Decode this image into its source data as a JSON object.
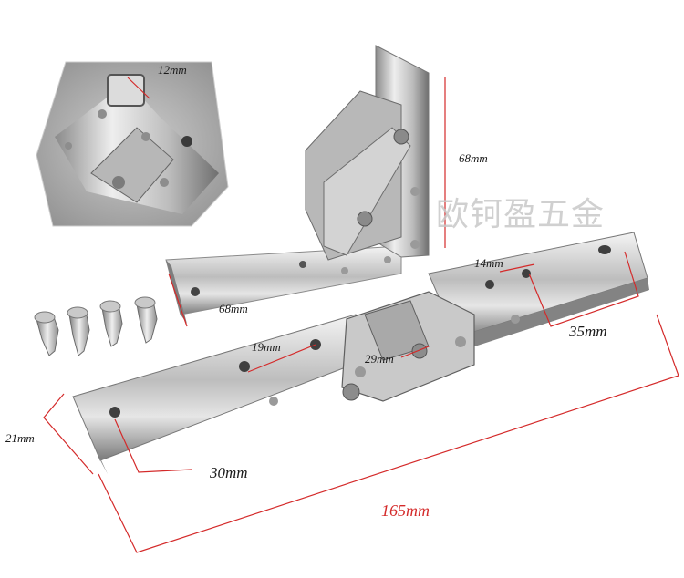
{
  "watermark": "欧钶盈五金",
  "dimensions": {
    "inset_thickness": "12mm",
    "vertical_height": "68mm",
    "bracket_length": "68mm",
    "hole_spacing_right": "14mm",
    "offset_right": "35mm",
    "hole_spacing_left": "19mm",
    "center_width": "29mm",
    "width": "21mm",
    "offset_left": "30mm",
    "total_length": "165mm"
  },
  "colors": {
    "dimension_line": "#d42a2a",
    "steel_light": "#e9e9e9",
    "steel_dark": "#6d6d6d"
  }
}
